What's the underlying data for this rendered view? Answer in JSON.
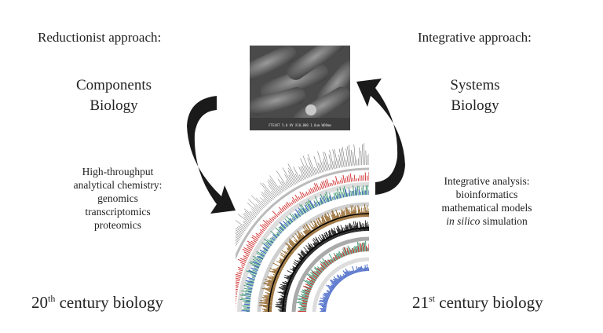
{
  "left": {
    "heading": "Reductionist approach:",
    "title_line1": "Components",
    "title_line2": "Biology",
    "list": [
      "High-throughput",
      "analytical chemistry:",
      "genomics",
      "transcriptomics",
      "proteomics"
    ],
    "century_num": "20",
    "century_sup": "th",
    "century_rest": " century biology"
  },
  "right": {
    "heading": "Integrative approach:",
    "title_line1": "Systems",
    "title_line2": "Biology",
    "list": [
      "Integrative analysis:",
      "bioinformatics",
      "mathematical models"
    ],
    "list_last_italic": "in silico",
    "list_last_rest": " simulation",
    "century_num": "21",
    "century_sup": "st",
    "century_rest": " century biology"
  },
  "micrograph_caption": "FTE4XT 5.0 KV X10,000 1.0um WD8mm",
  "colors": {
    "text": "#222222",
    "arrow": "#1a1a1a",
    "track_red": "#d23a3a",
    "track_green": "#4a9a7a",
    "track_blue": "#4a6ac8",
    "track_brown": "#8a5a1a"
  }
}
